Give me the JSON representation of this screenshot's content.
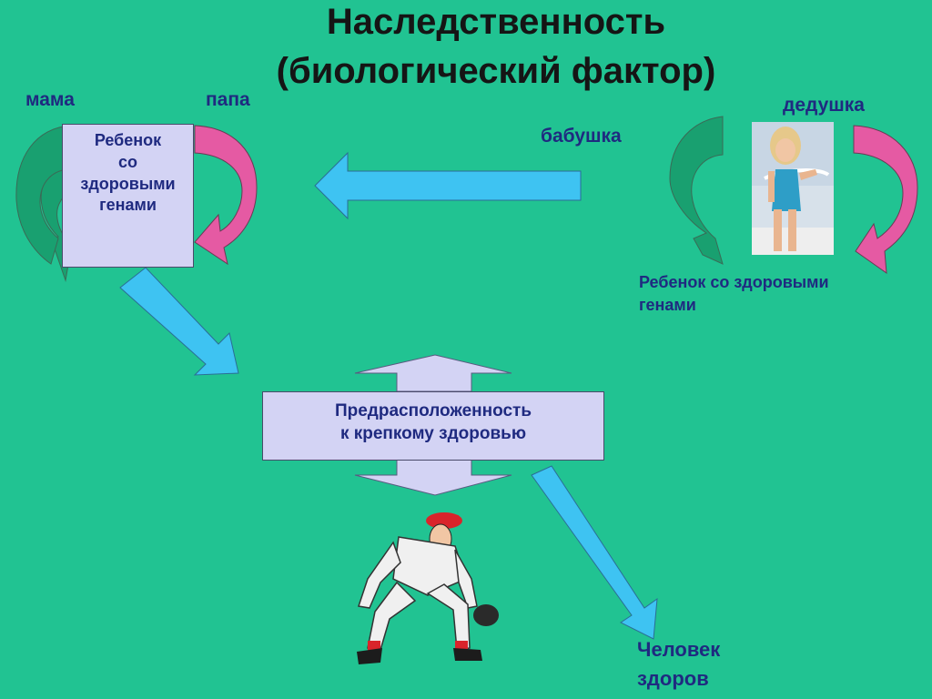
{
  "slide": {
    "title_line1": "Наследственность",
    "title_line2": "(биологический фактор)"
  },
  "left_group": {
    "mother_label": "мама",
    "father_label": "папа",
    "child_box_text": "Ребенок\nсо\nздоровыми\nгенами"
  },
  "right_group": {
    "grandmother_label": "бабушка",
    "grandfather_label": "дедушка",
    "child_caption": "Ребенок со здоровыми\nгенами"
  },
  "center": {
    "predisposition_text": "Предрасположенность\nк крепкому здоровью"
  },
  "outcome": {
    "result_text": "Человек\nздоров"
  },
  "colors": {
    "background": "#21c392",
    "green_curve": "#19a070",
    "pink_curve": "#e55aa3",
    "blue_arrow": "#3ec3f2",
    "box_fill": "#d3d3f4",
    "text_dark_blue": "#1f2a80"
  }
}
